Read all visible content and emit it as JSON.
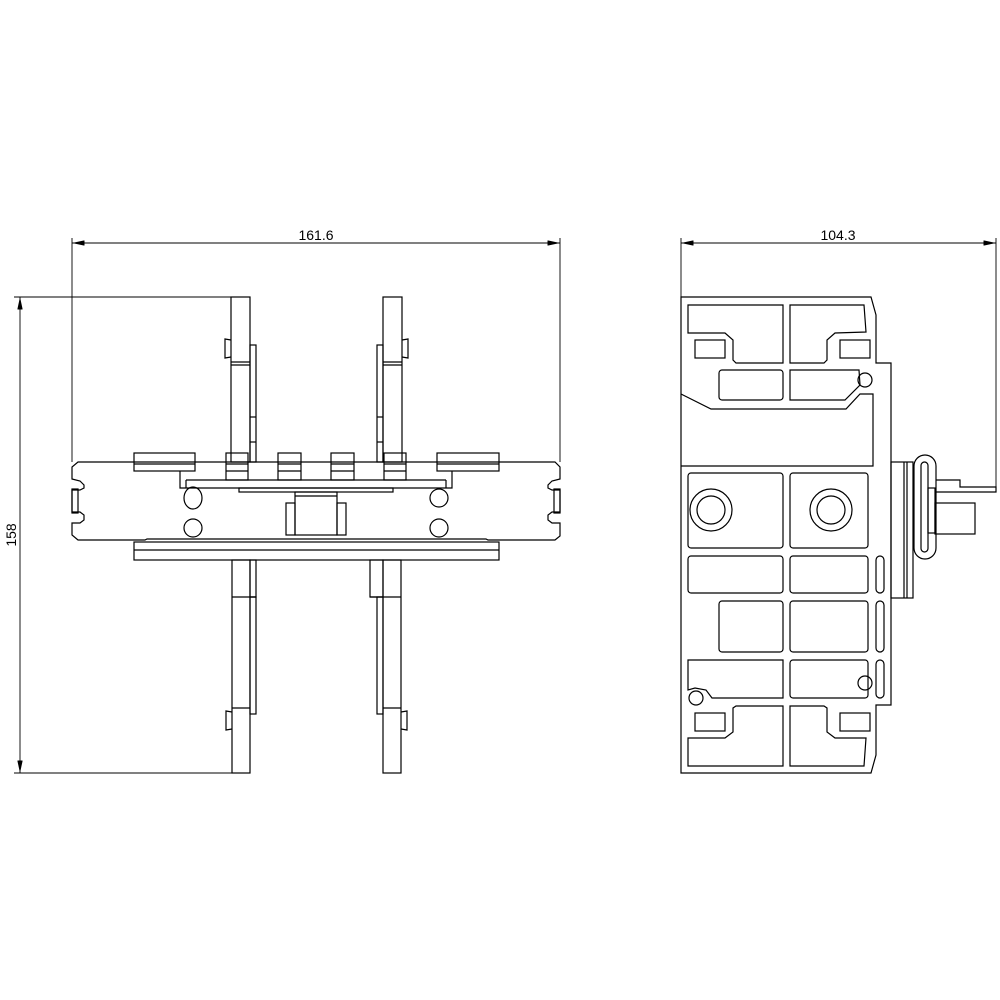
{
  "dimensions": {
    "front_width": "161.6",
    "height": "158",
    "side_depth": "104.3"
  },
  "colors": {
    "line": "#000000",
    "background": "#ffffff"
  }
}
